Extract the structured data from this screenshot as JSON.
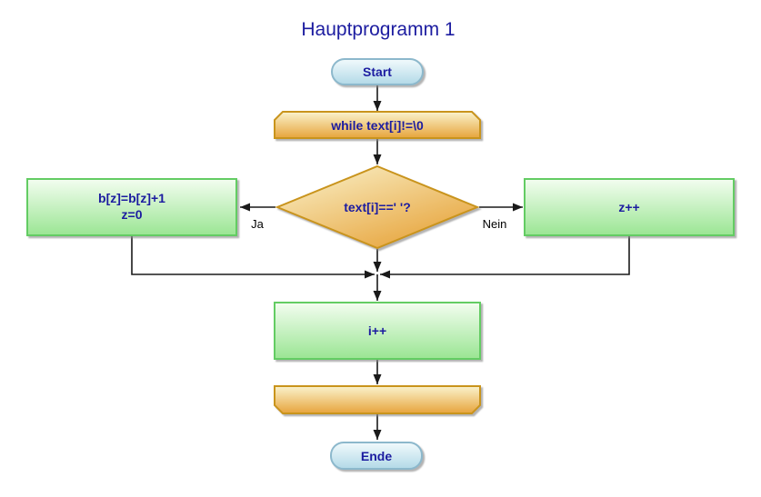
{
  "title": "Hauptprogramm 1",
  "nodes": {
    "start": {
      "label": "Start"
    },
    "while_loop": {
      "label": "while text[i]!=\\0"
    },
    "decision": {
      "label": "text[i]==' '?"
    },
    "yes_branch": {
      "label_line1": "b[z]=b[z]+1",
      "label_line2": "z=0"
    },
    "no_branch": {
      "label": "z++"
    },
    "increment": {
      "label": "i++"
    },
    "loop_end": {
      "label": ""
    },
    "end": {
      "label": "Ende"
    }
  },
  "edge_labels": {
    "yes": "Ja",
    "no": "Nein"
  },
  "colors": {
    "title_text": "#1c1ca0",
    "node_text": "#1c1ca0",
    "edge_label_text": "#000000",
    "line": "#1a1a1a",
    "green_border": "#63cc63",
    "green_fill_top": "#f3fdf0",
    "green_fill_bottom": "#9ae593",
    "orange_border": "#c9941f",
    "orange_fill_top": "#faf3cd",
    "orange_fill_bottom": "#e7a43c",
    "blue_border": "#8cb8cc",
    "blue_fill_top": "#f2fafc",
    "blue_fill_bottom": "#b2d9e7"
  }
}
